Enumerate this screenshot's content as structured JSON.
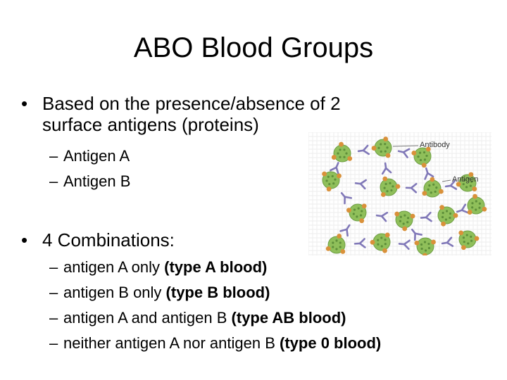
{
  "title": "ABO Blood Groups",
  "bullets": [
    {
      "marker": "•",
      "lines": [
        "Based on the presence/absence of 2",
        "surface antigens (proteins)"
      ],
      "sub": [
        {
          "dash": "–",
          "text": "Antigen A",
          "bold": ""
        },
        {
          "dash": "–",
          "text": "Antigen B",
          "bold": ""
        }
      ]
    },
    {
      "marker": "•",
      "lines": [
        "4 Combinations:"
      ],
      "sub": [
        {
          "dash": "–",
          "text": "antigen A only ",
          "bold": "(type A blood)"
        },
        {
          "dash": "–",
          "text": "antigen B only ",
          "bold": "(type B blood)"
        },
        {
          "dash": "–",
          "text": "antigen A and antigen B ",
          "bold": "(type AB blood)"
        },
        {
          "dash": "–",
          "text": "neither antigen A nor antigen B ",
          "bold": "(type 0 blood)"
        }
      ]
    }
  ],
  "figure": {
    "label_antibody": "Antibody",
    "label_antigen": "Antigen",
    "colors": {
      "cell": "#8fbf5a",
      "cell_dot": "#5e8f3a",
      "antigen": "#d9913a",
      "antibody": "#8078b8"
    }
  }
}
